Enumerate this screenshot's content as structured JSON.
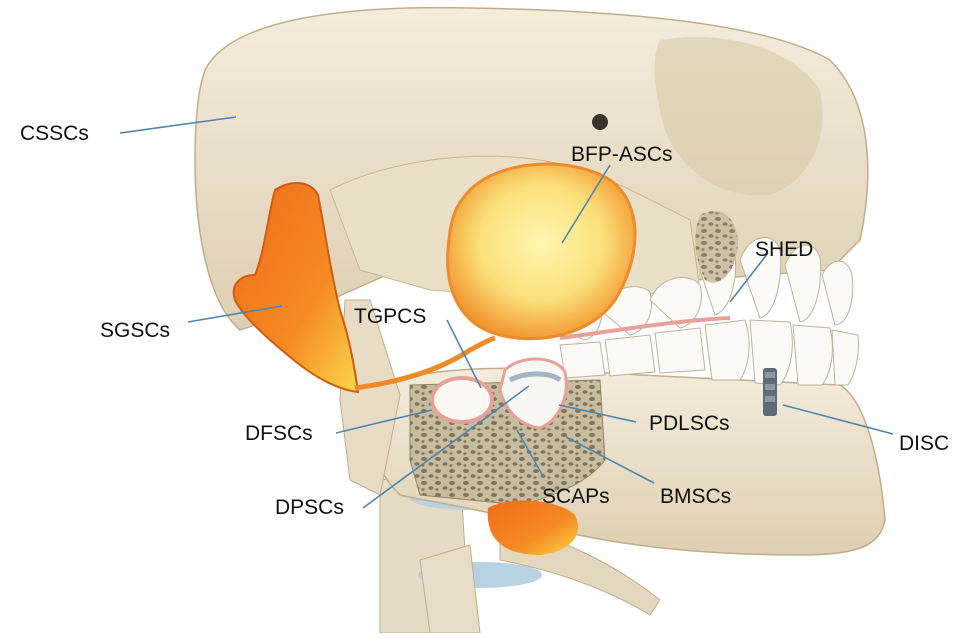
{
  "labels": {
    "cssc": "CSSCs",
    "bfp_asc": "BFP-ASCs",
    "shed": "SHED",
    "sgsc": "SGSCs",
    "tgpcs": "TGPCS",
    "dfsc": "DFSCs",
    "pdlsc": "PDLSCs",
    "disc": "DISC",
    "dpsc": "DPSCs",
    "scap": "SCAPs",
    "bmsc": "BMSCs"
  },
  "colors": {
    "bone": "#efe6d3",
    "bone_shade": "#d6c7a6",
    "fat_orange": "#f07a1e",
    "fat_yellow": "#fbe37a",
    "leader_line": "#5d8fb3",
    "gum_pink": "#e7a199",
    "cancellous": "#a79a7d",
    "disc_blue": "#b9d2e3"
  }
}
